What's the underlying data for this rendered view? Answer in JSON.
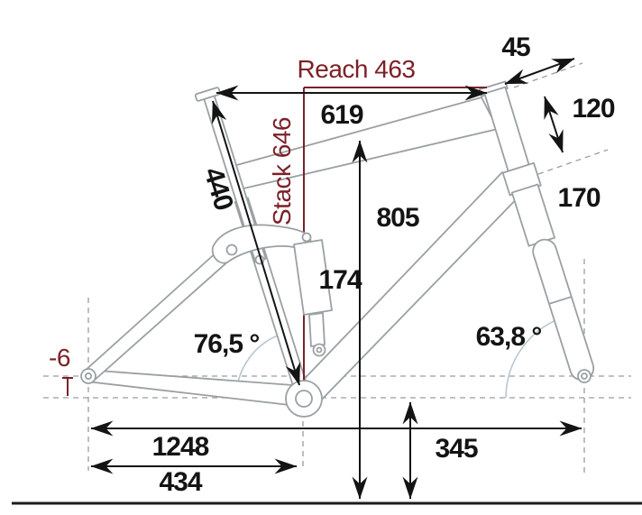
{
  "diagram": {
    "type": "bicycle-frame-geometry",
    "units_shown": "mm-and-degrees"
  },
  "labels": {
    "reach": "Reach 463",
    "stack": "Stack 646",
    "stem": "45",
    "head_tube": "120",
    "fork": "170",
    "top_tube": "619",
    "standover": "805",
    "shock": "174",
    "seat_tube": "440",
    "seat_angle": "76,5 °",
    "head_angle": "63,8 °",
    "wheelbase": "1248",
    "chainstay": "434",
    "bb_height": "345",
    "bb_drop": "-6"
  },
  "colors": {
    "accent_red": "#7C2128",
    "dimension_black": "#141414",
    "frame_gray": "#9AA0A4",
    "guide_gray": "#9C9C9C",
    "angle_arc_blue": "#B7C7D0"
  }
}
